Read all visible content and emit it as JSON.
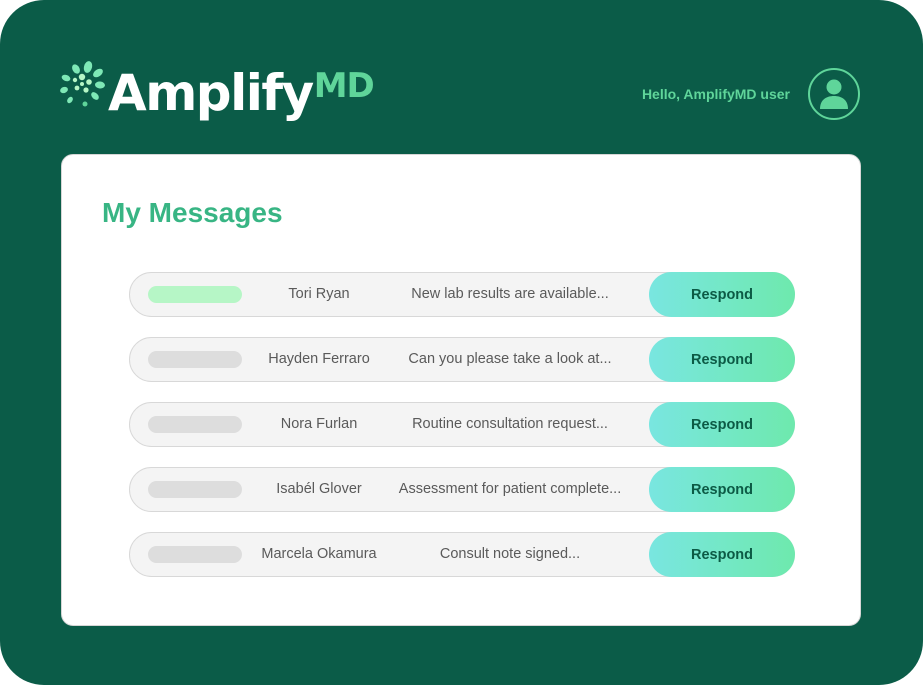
{
  "brand": {
    "name": "Amplify",
    "suffix": "MD",
    "accent_color": "#5fd59a",
    "background_color": "#0b5c48"
  },
  "header": {
    "greeting": "Hello, AmplifyMD user",
    "avatar_icon": "user-icon"
  },
  "messages": {
    "title": "My Messages",
    "respond_label": "Respond",
    "items": [
      {
        "sender": "Tori Ryan",
        "preview": "New lab results are available...",
        "unread": true
      },
      {
        "sender": "Hayden Ferraro",
        "preview": "Can you please take a look at...",
        "unread": false
      },
      {
        "sender": "Nora Furlan",
        "preview": "Routine consultation request...",
        "unread": false
      },
      {
        "sender": "Isabél Glover",
        "preview": "Assessment for patient complete...",
        "unread": false
      },
      {
        "sender": "Marcela Okamura",
        "preview": "Consult note signed...",
        "unread": false
      }
    ]
  }
}
